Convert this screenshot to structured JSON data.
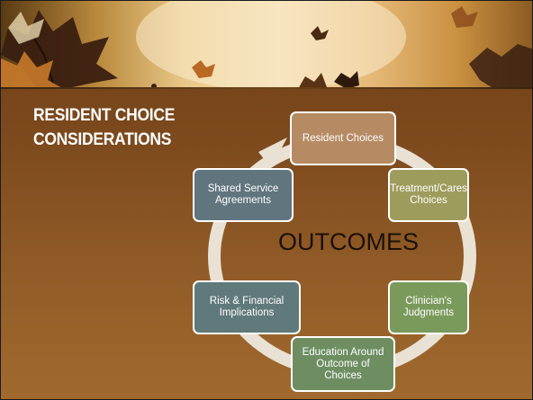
{
  "slide": {
    "title_lines": [
      "RESIDENT CHOICE",
      "CONSIDERATIONS"
    ]
  },
  "diagram": {
    "center_label": "OUTCOMES",
    "nodes": [
      {
        "label": "Resident Choices",
        "color": "#b68b63"
      },
      {
        "label": "Treatment/Cares Choices",
        "color": "#9e9c5c"
      },
      {
        "label": "Clinician's Judgments",
        "color": "#7a9a5c"
      },
      {
        "label": "Education Around Outcome of Choices",
        "color": "#6e8e62"
      },
      {
        "label": "Risk & Financial Implications",
        "color": "#60797a"
      },
      {
        "label": "Shared Service Agreements",
        "color": "#61757f"
      }
    ]
  },
  "colors": {
    "background": "#7d4a1e",
    "cycle_ring": "#e9e1d4",
    "title_text": "#ffffff"
  }
}
